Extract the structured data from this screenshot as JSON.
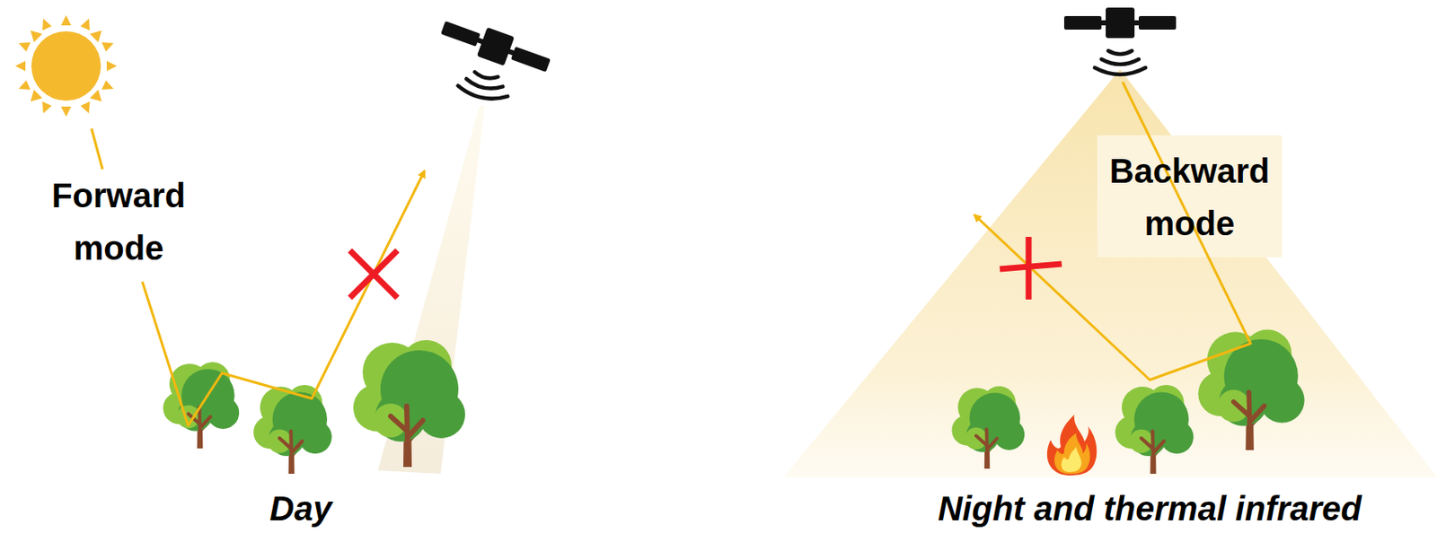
{
  "diagram": {
    "labels": [
      "Forward mode",
      "Day",
      "Backward mode",
      "Night and thermal infrared"
    ]
  }
}
